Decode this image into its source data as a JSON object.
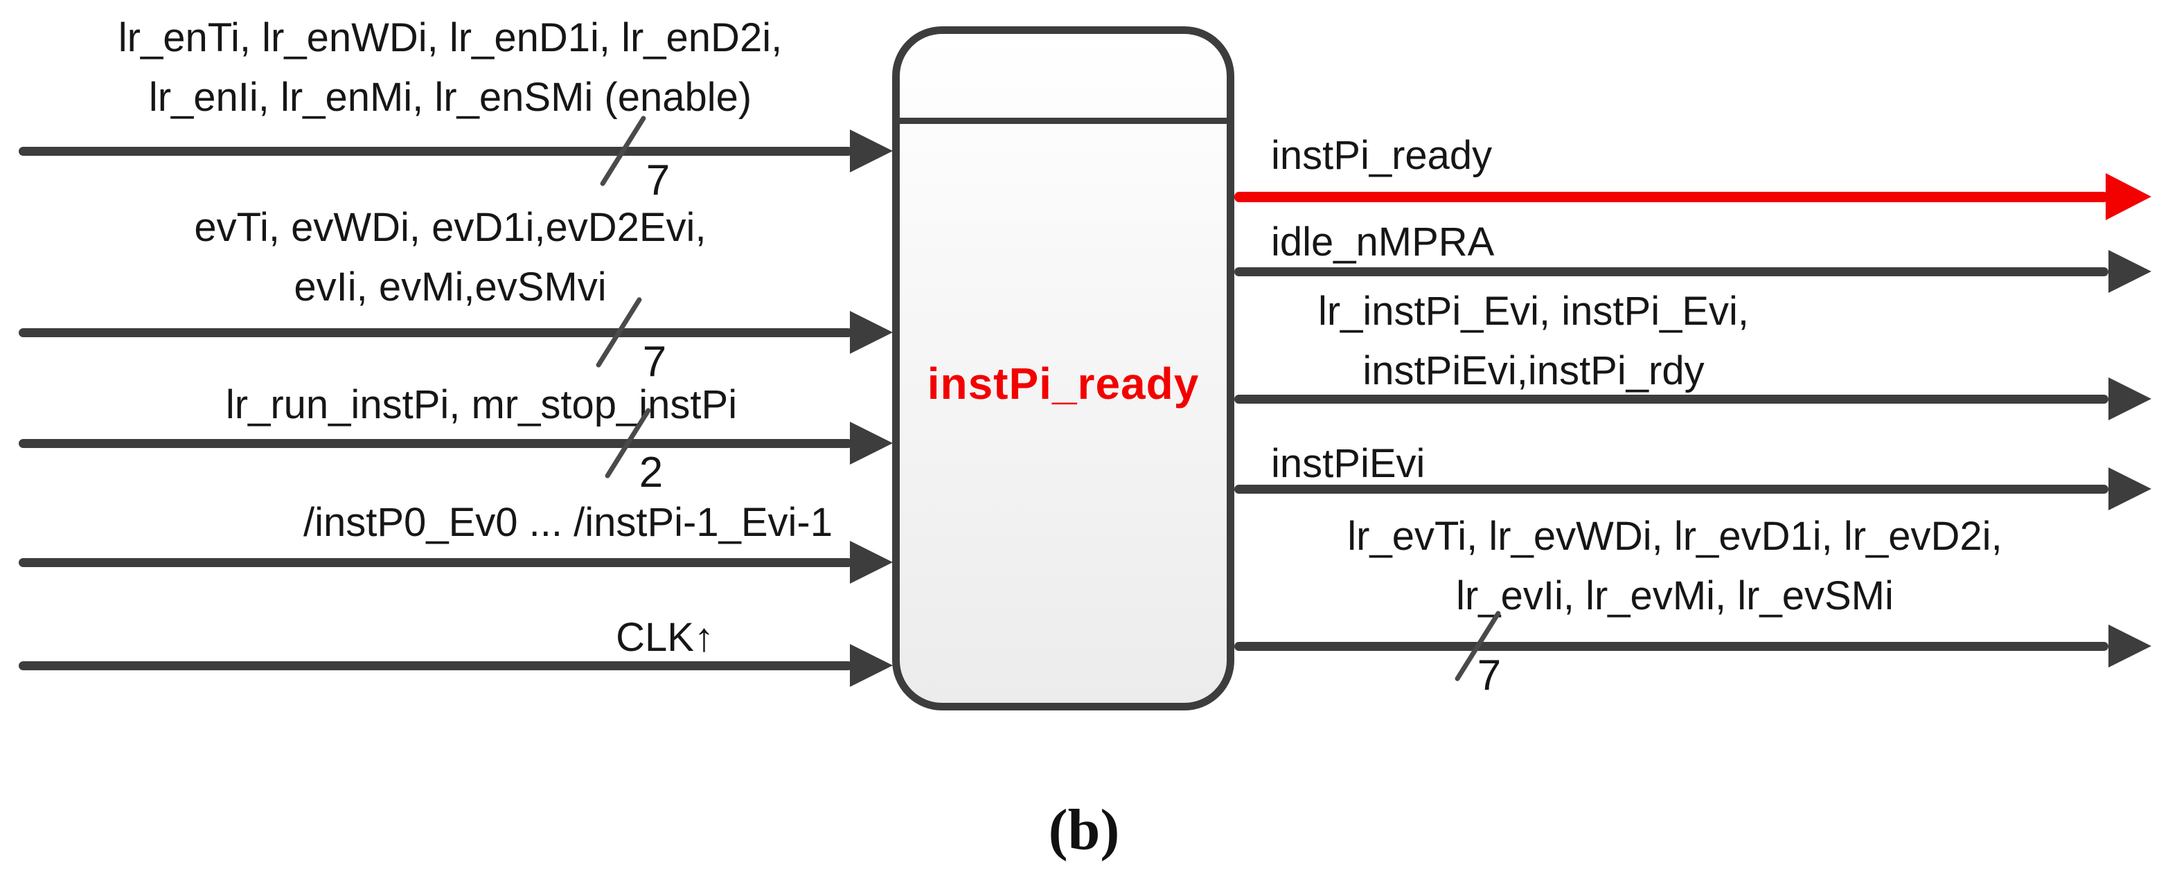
{
  "figure": {
    "caption": "(b)",
    "block": {
      "label": "instPi_ready"
    },
    "colors": {
      "wire": "#3d3d3d",
      "highlight_red": "#f30000",
      "text": "#161616",
      "block_fill_top": "#ffffff",
      "block_fill_bottom": "#ececec"
    },
    "inputs": [
      {
        "line1": "lr_enTi, lr_enWDi, lr_enD1i, lr_enD2i,",
        "line2": "lr_enIi, lr_enMi, lr_enSMi (enable)",
        "bus_width": "7"
      },
      {
        "line1": "evTi, evWDi, evD1i,evD2Evi,",
        "line2": "evIi, evMi,evSMvi",
        "bus_width": "7"
      },
      {
        "line1": "lr_run_instPi, mr_stop_instPi",
        "bus_width": "2"
      },
      {
        "line1": "/instP0_Ev0 ... /instPi-1_Evi-1"
      },
      {
        "line1": "CLK↑"
      }
    ],
    "outputs": [
      {
        "line1": "instPi_ready",
        "highlighted": true
      },
      {
        "line1": "idle_nMPRA"
      },
      {
        "line1": "lr_instPi_Evi, instPi_Evi,",
        "line2": "instPiEvi,instPi_rdy"
      },
      {
        "line1": "instPiEvi"
      },
      {
        "line1": "lr_evTi, lr_evWDi, lr_evD1i, lr_evD2i,",
        "line2": "lr_evIi, lr_evMi, lr_evSMi",
        "bus_width": "7"
      }
    ]
  }
}
